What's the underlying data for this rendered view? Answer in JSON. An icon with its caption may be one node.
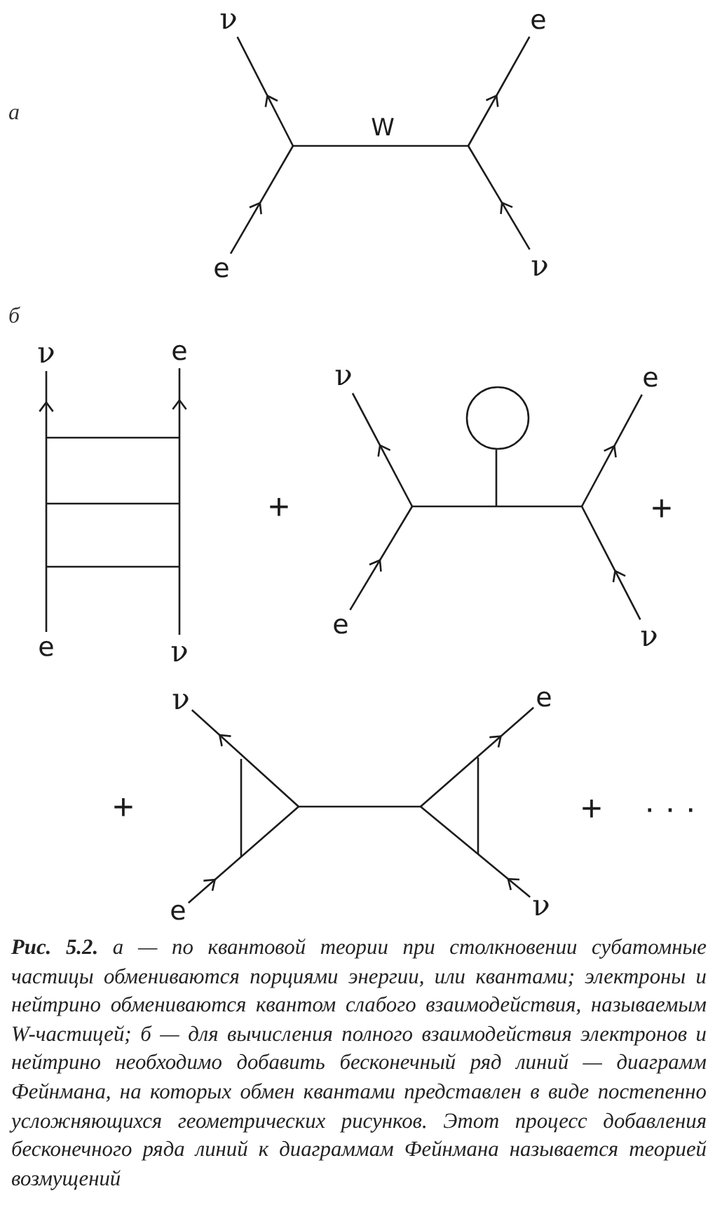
{
  "diagram": {
    "caption": "**Рис. 5.2.** а — по квантовой теории при столкновении субатомные частицы обмениваются порциями энергии, или квантами; электроны и нейтрино обмениваются квантом слабого взаимодействия, называемым W-частицей; б — для вычисления полного взаимодействия электронов и нейтрино необходимо добавить бесконечный ряд линий — диаграмм Фейнмана, на которых обмен квантами представлен в виде постепенно усложняющихся геометрических рисунков. Этот процесс добавления бесконечного ряда линий к диаграммам Фейнмана называется теорией возмущений",
    "nodes": [
      {
        "text": [
          "ν"
        ]
      },
      {
        "text": [
          "e"
        ]
      },
      {
        "text": [
          "e"
        ]
      },
      {
        "text": [
          "ν"
        ]
      },
      {
        "text": [
          "ν"
        ]
      },
      {
        "text": [
          "e"
        ]
      },
      {
        "text": [
          "e"
        ]
      },
      {
        "text": [
          "ν"
        ]
      },
      {
        "text": [
          "ν"
        ]
      },
      {
        "text": [
          "e"
        ]
      },
      {
        "text": [
          "e"
        ]
      },
      {
        "text": [
          "ν"
        ]
      },
      {
        "text": [
          "ν"
        ]
      },
      {
        "text": [
          "e"
        ]
      },
      {
        "text": [
          "e"
        ]
      },
      {
        "text": [
          "ν"
        ]
      }
    ],
    "edges": [
      {
        "from": null,
        "to": 0,
        "arrow": "to"
      },
      {
        "from": null,
        "to": 1,
        "arrow": "to"
      },
      {
        "from": 2,
        "to": null,
        "arrow": "to"
      },
      {
        "from": 3,
        "to": null,
        "arrow": "to"
      },
      {
        "from": 6,
        "to": 4,
        "arrow": "to"
      },
      {
        "from": 7,
        "to": 5,
        "arrow": "to"
      },
      {
        "from": null,
        "to": 8,
        "arrow": "to"
      },
      {
        "from": null,
        "to": 9,
        "arrow": "to"
      },
      {
        "from": 10,
        "to": null,
        "arrow": "to"
      },
      {
        "from": 11,
        "to": null,
        "arrow": "to"
      },
      {
        "from": null,
        "to": 12,
        "arrow": "to"
      },
      {
        "from": null,
        "to": 13,
        "arrow": "to"
      },
      {
        "from": 14,
        "to": null,
        "arrow": "to"
      },
      {
        "from": 15,
        "to": null,
        "arrow": "to"
      }
    ],
    "labels": [
      "а",
      "W",
      "б",
      "+",
      "+",
      "+",
      "+",
      "· · ·"
    ]
  }
}
